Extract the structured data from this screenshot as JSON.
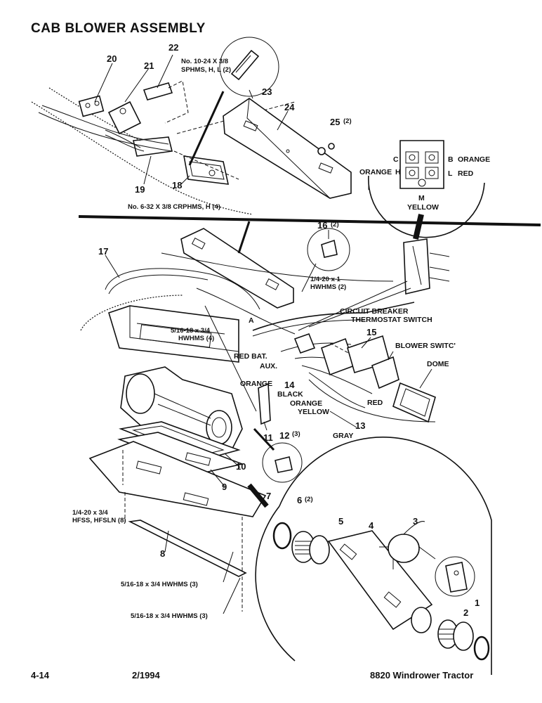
{
  "title": "CAB BLOWER ASSEMBLY",
  "footer": {
    "page": "4-14",
    "date": "2/1994",
    "model": "8820 Windrower Tractor"
  },
  "callouts": {
    "c1": "1",
    "c2": "2",
    "c3": "3",
    "c4": "4",
    "c5": "5",
    "c6": "6",
    "c6q": "(2)",
    "c7": "7",
    "c8": "8",
    "c9": "9",
    "c10": "10",
    "c11": "11",
    "c12": "12",
    "c12q": "(3)",
    "c13": "13",
    "c14": "14",
    "c15": "15",
    "c16": "16",
    "c16q": "(2)",
    "c17": "17",
    "c18": "18",
    "c19": "19",
    "c20": "20",
    "c21": "21",
    "c22": "22",
    "c23": "23",
    "c24": "24",
    "c25": "25",
    "c25q": "(2)"
  },
  "specs": {
    "s22a": "No. 10-24 X 3/8",
    "s22b": "SPHMS, H, L (2)",
    "s18": "No. 6-32 X 3/8 CRPHMS, H (4)",
    "s16a": "1/4-20 x 1",
    "s16b": "HWHMS (2)",
    "s11a": "5/16-18 x 3/4",
    "s11b": "HWHMS (4)",
    "s8a": "1/4-20 x 3/4",
    "s8b": "HFSS, HFSLN (8)",
    "s8c": "5/16-18 x 3/4 HWHMS (3)",
    "s8d": "5/16-18 x 3/4 HWHMS (3)"
  },
  "switch_detail": {
    "c": "C",
    "b": "B",
    "b_color": "ORANGE",
    "h_color": "ORANGE",
    "h": "H",
    "l": "L",
    "l_color": "RED",
    "m": "M",
    "m_color": "YELLOW"
  },
  "wiring": {
    "circuit_breaker": "CIRCUIT BREAKER",
    "thermostat_switch": "THERMOSTAT SWITCH",
    "blower_switch": "BLOWER SWITC'",
    "dome": "DOME",
    "red_bat": "RED BAT.",
    "aux": "AUX.",
    "orange1": "ORANGE",
    "black": "BLACK",
    "orange2": "ORANGE",
    "yellow": "YELLOW",
    "red": "RED",
    "gray": "GRAY",
    "a": "A"
  }
}
